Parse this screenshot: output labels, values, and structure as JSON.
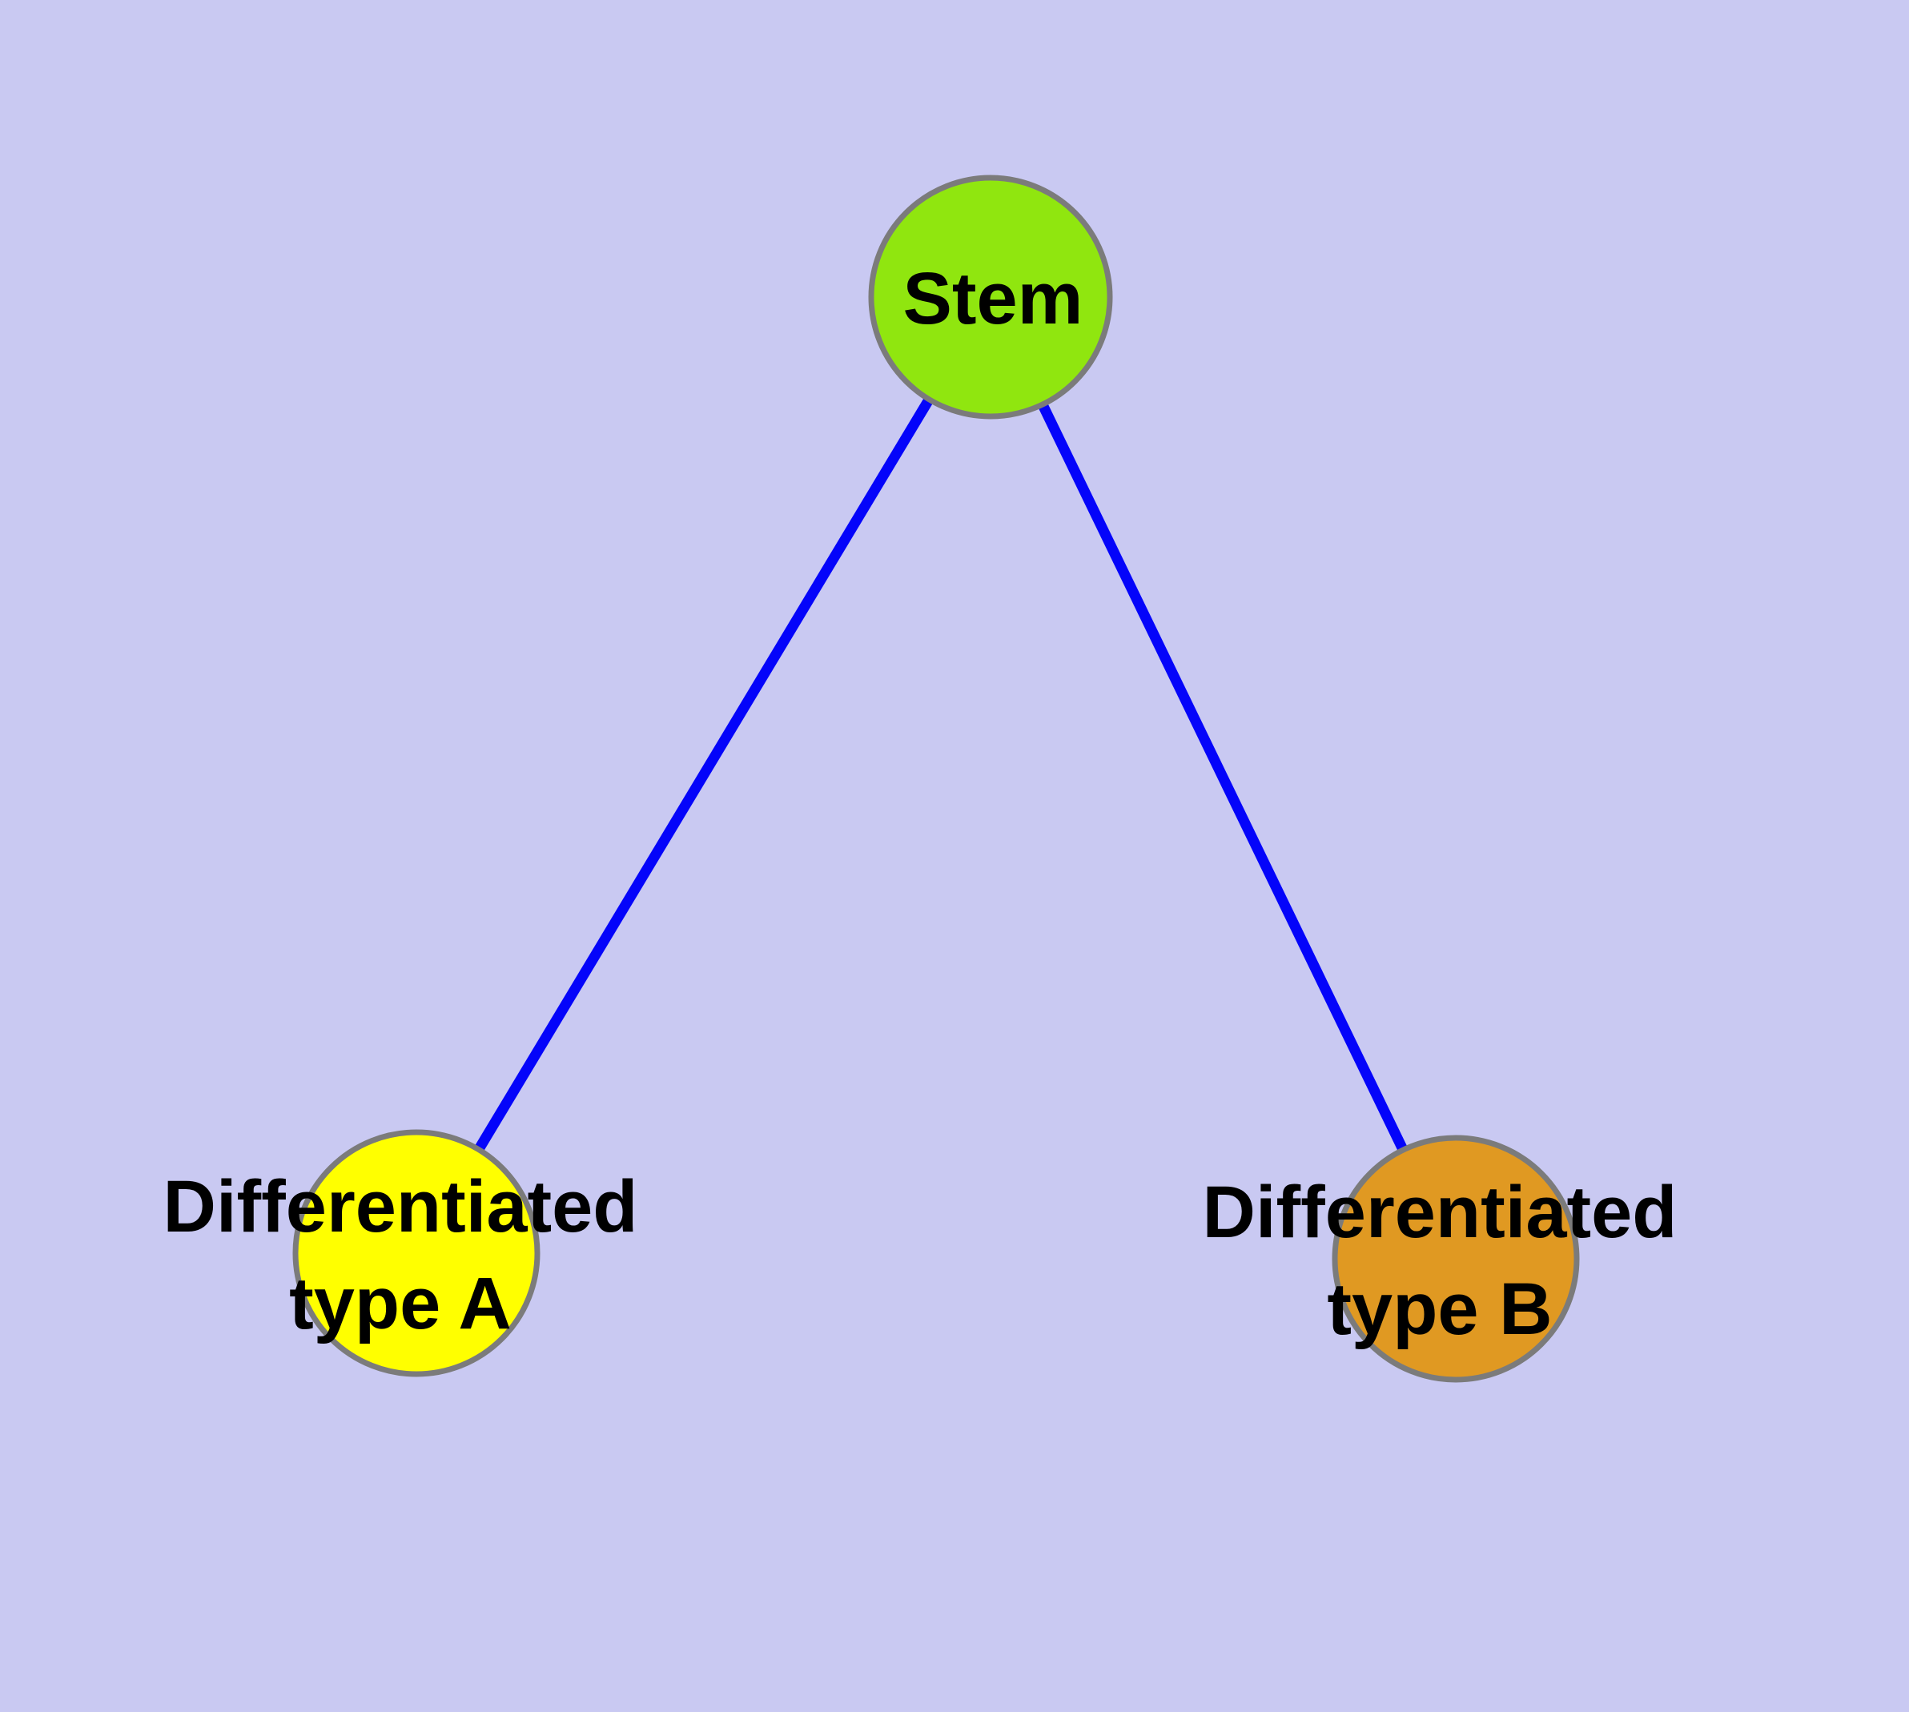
{
  "diagram": {
    "type": "node-link-graph",
    "background_color": "#c9c9f2",
    "edge_color": "#0404fa",
    "node_border_color": "#7b7b7b",
    "label_color": "#000000",
    "nodes": [
      {
        "id": "stem",
        "label": "Stem",
        "lines": [
          "Stem"
        ],
        "color": "#90e60f"
      },
      {
        "id": "differentiated-type-a",
        "label": "Differentiated type A",
        "lines": [
          "Differentiated",
          "type A"
        ],
        "color": "#ffff00"
      },
      {
        "id": "differentiated-type-b",
        "label": "Differentiated type B",
        "lines": [
          "Differentiated",
          "type B"
        ],
        "color": "#e09922"
      }
    ],
    "edges": [
      {
        "from": "Stem",
        "to": "Differentiated type A"
      },
      {
        "from": "Stem",
        "to": "Differentiated type B"
      }
    ]
  }
}
